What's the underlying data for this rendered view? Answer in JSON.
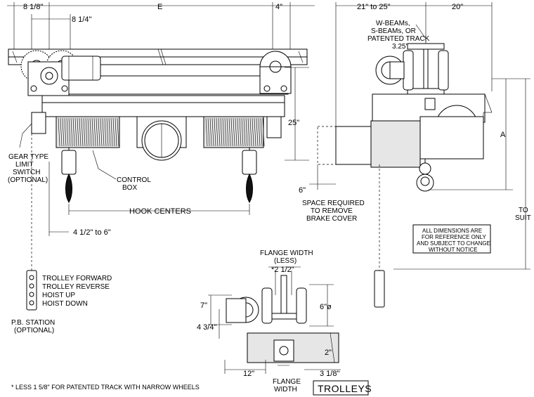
{
  "dimensions": {
    "left_8_1_8": "8 1/8\"",
    "e": "E",
    "right_4": "4\"",
    "left_8_1_4": "8 1/4\"",
    "side_21_25": "21\" to 25\"",
    "side_20": "20\"",
    "h_25": "25\"",
    "h_6": "6\"",
    "hook_4_6": "4 1/2\" to 6\"",
    "a": "A",
    "trolley_7": "7\"",
    "trolley_4_3_4": "4 3/4\"",
    "trolley_12": "12\"",
    "trolley_6dia": "6\"ø",
    "trolley_2": "2\"",
    "trolley_3_1_8": "3 1/8\"",
    "flange_2_1_2": "*2 1/2\""
  },
  "labels": {
    "beams": [
      "W-BEAMs,",
      "S-BEAMs, OR",
      "PATENTED TRACK",
      "3.25\""
    ],
    "gear_limit": [
      "GEAR TYPE",
      "LIMIT",
      "SWITCH",
      "(OPTIONAL)"
    ],
    "control_box": [
      "CONTROL",
      "BOX"
    ],
    "hook_centers": "HOOK CENTERS",
    "space_required": [
      "SPACE REQUIRED",
      "TO REMOVE",
      "BRAKE COVER"
    ],
    "to_suit": [
      "TO",
      "SUIT"
    ],
    "notice": [
      "ALL DIMENSIONS ARE",
      "FOR REFERENCE ONLY",
      "AND SUBJECT TO CHANGE",
      "WITHOUT NOTICE"
    ],
    "pendant": [
      "TROLLEY FORWARD",
      "TROLLEY REVERSE",
      "HOIST UP",
      "HOIST DOWN"
    ],
    "pb_station": [
      "P.B. STATION",
      "(OPTIONAL)"
    ],
    "flange_top": [
      "FLANGE WIDTH",
      "(LESS)"
    ],
    "flange_bottom": [
      "FLANGE",
      "WIDTH"
    ],
    "footnote": "*  LESS 1 5/8\" FOR PATENTED TRACK WITH NARROW WHEELS",
    "title": "TROLLEYS"
  }
}
